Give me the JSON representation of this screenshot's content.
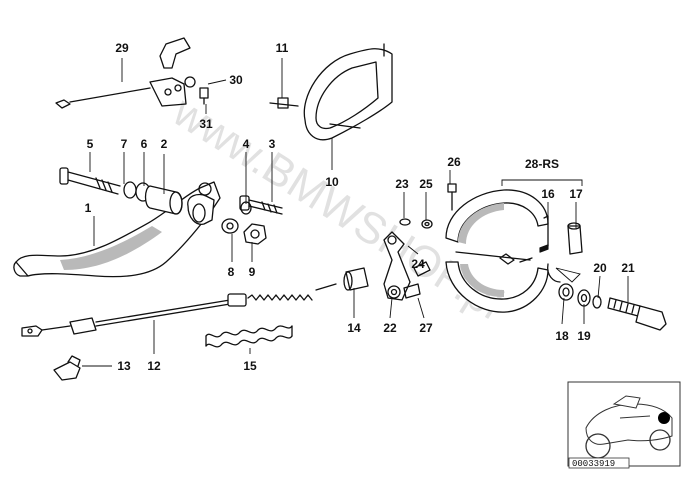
{
  "watermark": "www.BMWSHOP.pl",
  "callouts": [
    {
      "id": "1",
      "label": "1"
    },
    {
      "id": "2",
      "label": "2"
    },
    {
      "id": "3",
      "label": "3"
    },
    {
      "id": "4",
      "label": "4"
    },
    {
      "id": "5",
      "label": "5"
    },
    {
      "id": "6",
      "label": "6"
    },
    {
      "id": "7",
      "label": "7"
    },
    {
      "id": "8",
      "label": "8"
    },
    {
      "id": "9",
      "label": "9"
    },
    {
      "id": "10",
      "label": "10"
    },
    {
      "id": "11",
      "label": "11"
    },
    {
      "id": "12",
      "label": "12"
    },
    {
      "id": "13",
      "label": "13"
    },
    {
      "id": "14",
      "label": "14"
    },
    {
      "id": "15",
      "label": "15"
    },
    {
      "id": "16",
      "label": "16"
    },
    {
      "id": "17",
      "label": "17"
    },
    {
      "id": "18",
      "label": "18"
    },
    {
      "id": "19",
      "label": "19"
    },
    {
      "id": "20",
      "label": "20"
    },
    {
      "id": "21",
      "label": "21"
    },
    {
      "id": "22",
      "label": "22"
    },
    {
      "id": "23",
      "label": "23"
    },
    {
      "id": "24",
      "label": "24"
    },
    {
      "id": "25",
      "label": "25"
    },
    {
      "id": "26",
      "label": "26"
    },
    {
      "id": "27",
      "label": "27"
    },
    {
      "id": "28",
      "label": "28-RS"
    },
    {
      "id": "29",
      "label": "29"
    },
    {
      "id": "30",
      "label": "30"
    },
    {
      "id": "31",
      "label": "31"
    }
  ],
  "inset": {
    "diagram_code": "00033919",
    "icon": "motorcycle-silhouette-icon"
  }
}
